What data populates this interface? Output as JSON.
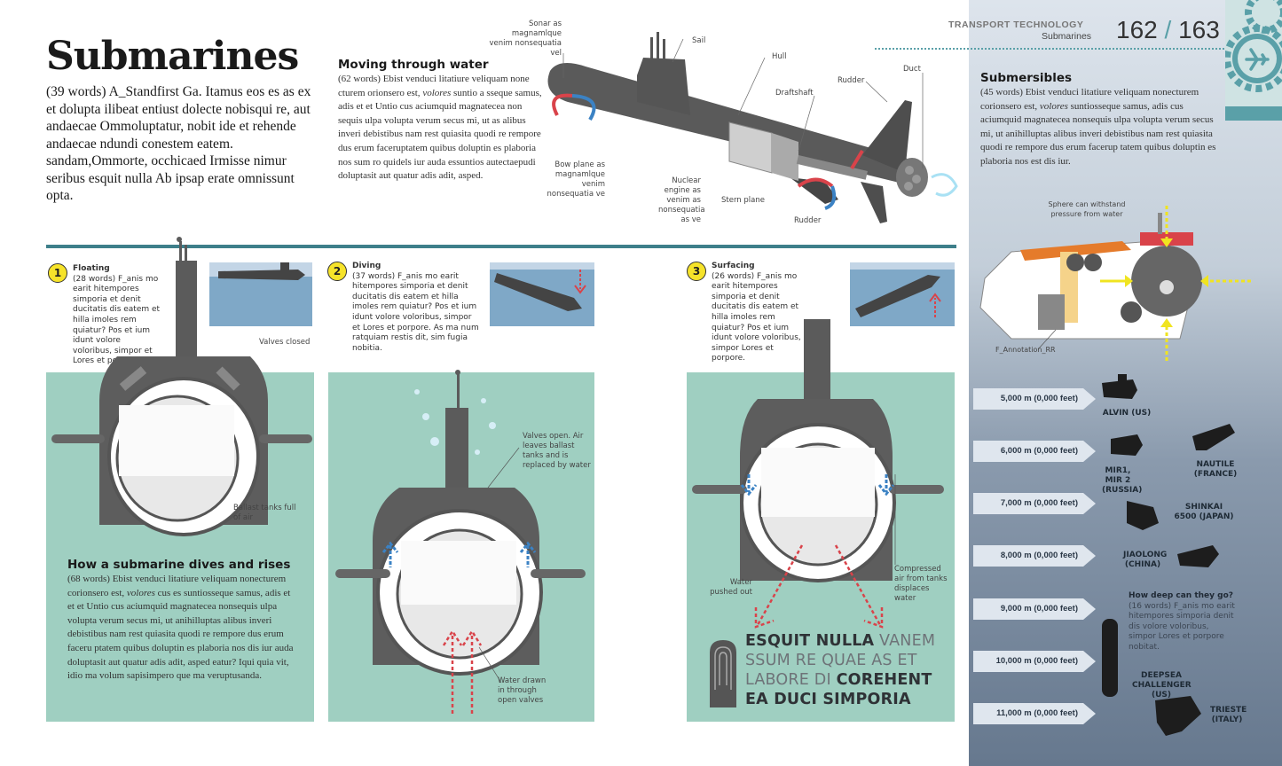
{
  "header": {
    "section": "TRANSPORT TECHNOLOGY",
    "subsection": "Submarines",
    "page_left": "162",
    "page_sep": "/",
    "page_right": "163"
  },
  "title": "Submarines",
  "standfirst": "(39 words) A_Standfirst Ga. Itamus eos es as ex et dolupta ilibeat entiust dolecte nobisqui re, aut andaecae Ommoluptatur, nobit ide et rehende andaecae ndundi conestem eatem. sandam,Ommorte, occhicaed Irmisse nimur seribus esquit nulla Ab ipsap erate omnissunt opta.",
  "moving": {
    "heading": "Moving through water",
    "body_pre": "(62 words) Ebist venduci litatiure veliquam none cturem orionsero est, ",
    "body_em": "volores",
    "body_post": " suntio a sseque samus, adis et et Untio cus aciumquid magnatecea non sequis ulpa volupta verum secus mi, ut as alibus inveri debistibus nam rest quiasita quodi re rempore dus erum faceruptatem quibus doluptin es plaboria nos sum ro quidels iur auda essuntios autectaepudi doluptasit aut quatur adis adit, asped."
  },
  "sub_labels": {
    "sonar": "Sonar as magnamlque venim nonsequatia vel",
    "sail": "Sail",
    "hull": "Hull",
    "duct": "Duct",
    "rudder_top": "Rudder",
    "draftshaft": "Draftshaft",
    "bow_plane": "Bow plane as magnamlque venim nonsequatia ve",
    "nuclear": "Nuclear engine as venim as nonsequatia as ve",
    "stern_plane": "Stern plane",
    "rudder_bottom": "Rudder"
  },
  "steps": [
    {
      "num": "1",
      "title": "Floating",
      "body": "(28 words) F_anis mo earit hitempores simporia et denit ducitatis dis eatem et hilla imoles rem quiatur? Pos et ium idunt volore voloribus, simpor et Lores et porpore."
    },
    {
      "num": "2",
      "title": "Diving",
      "body": "(37 words) F_anis mo earit hitempores simporia et denit ducitatis dis eatem et hilla imoles rem quiatur? Pos et ium idunt volore voloribus, simpor et Lores et porpore. As ma num ratquiam restis dit, sim fugia nobitia."
    },
    {
      "num": "3",
      "title": "Surfacing",
      "body": "(26 words) F_anis mo earit hitempores simporia et denit ducitatis dis eatem et hilla imoles rem quiatur? Pos et ium idunt volore voloribus, simpor Lores et porpore."
    }
  ],
  "diagram_labels": {
    "valves_closed": "Valves closed",
    "ballast_full": "Ballast tanks full of air",
    "valves_open": "Valves open. Air leaves ballast tanks and is replaced by water",
    "water_drawn": "Water drawn in through open valves",
    "water_pushed": "Water pushed out",
    "compressed": "Compressed air from tanks displaces water"
  },
  "dives": {
    "heading": "How a submarine dives and rises",
    "body_pre": "(68 words) Ebist venduci litatiure veliquam nonecturem corionsero est, ",
    "body_em": "volores",
    "body_post": " cus es suntiosseque samus, adis et et et Untio cus aciumquid magnatecea nonsequis ulpa volupta verum secus mi, ut anihilluptas alibus inveri debistibus nam rest quiasita quodi re rempore dus erum faceru ptatem quibus doluptin es plaboria nos dis iur auda doluptasit aut quatur adis adit, asped eatur? Iqui quia vit, idio ma volum sapisimpero que ma veruptusanda."
  },
  "quote": {
    "line1_a": "ESQUIT NULLA",
    "line1_b": " VANEM",
    "line2": "SSUM RE QUAE AS ET",
    "line3_a": "LABORE DI ",
    "line3_b": "COREHENT",
    "line4": "EA DUCI SIMPORIA"
  },
  "submersibles": {
    "heading": "Submersibles",
    "body_pre": "(45 words) Ebist venduci litatiure veliquam nonecturem corionsero est, ",
    "body_em": "volores",
    "body_post": " suntiosseque samus, adis cus aciumquid magnatecea nonsequis ulpa volupta verum secus mi, ut anihilluptas alibus inveri debistibus nam rest quiasita quodi re rempore dus erum facerup tatem quibus doluptin es plaboria nos est dis iur.",
    "sphere_label": "Sphere can withstand pressure from water",
    "annotation": "F_Annotation_RR"
  },
  "depths": [
    {
      "depth": "5,000 m (0,000 feet)"
    },
    {
      "depth": "6,000 m (0,000 feet)"
    },
    {
      "depth": "7,000 m (0,000 feet)"
    },
    {
      "depth": "8,000 m (0,000 feet)"
    },
    {
      "depth": "9,000 m (0,000 feet)"
    },
    {
      "depth": "10,000 m (0,000 feet)"
    },
    {
      "depth": "11,000 m (0,000 feet)"
    }
  ],
  "vessels": {
    "alvin": "ALVIN (US)",
    "mir": "MIR1, MIR 2 (RUSSIA)",
    "nautile": "NAUTILE (FRANCE)",
    "shinkai": "SHINKAI 6500 (JAPAN)",
    "jiaolong": "JIAOLONG (CHINA)",
    "deepsea": "DEEPSEA CHALLENGER (US)",
    "trieste": "TRIESTE (ITALY)"
  },
  "howdeep": {
    "heading": "How deep can they go?",
    "body": "(16 words) F_anis mo earit hitempores simporia denit dis volore voloribus, simpor Lores et porpore nobitat."
  },
  "colors": {
    "water": "#9fcfc1",
    "hull": "#5a5a5a",
    "accent_yellow": "#f6e32a",
    "rule": "#3e7f8a",
    "arrow_red": "#d9434a",
    "arrow_blue": "#3b82c4"
  },
  "icons": [
    "gear-icon",
    "airplane-icon",
    "fingerprint-icon"
  ]
}
